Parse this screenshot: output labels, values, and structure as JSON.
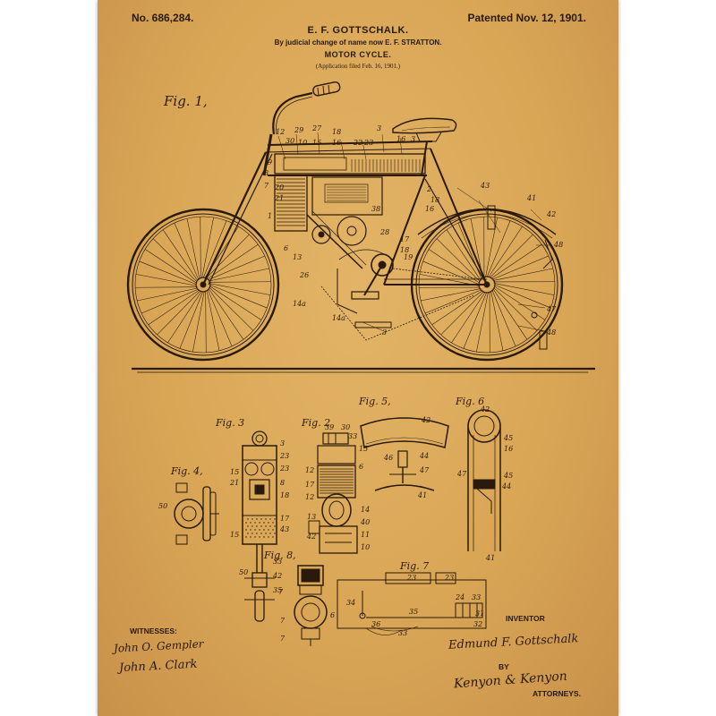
{
  "header": {
    "patent_number": "No. 686,284.",
    "patent_date": "Patented Nov. 12, 1901.",
    "inventor_name": "E. F. GOTTSCHALK.",
    "name_change": "By judicial change of name now E. F. STRATTON.",
    "title": "MOTOR CYCLE.",
    "filed": "(Application filed Feb. 16, 1901.)"
  },
  "figures": {
    "fig1": "Fig. 1,",
    "fig2": "Fig. 2",
    "fig3": "Fig. 3",
    "fig4": "Fig. 4,",
    "fig5": "Fig. 5,",
    "fig6": "Fig. 6",
    "fig7": "Fig. 7",
    "fig8": "Fig. 8,"
  },
  "reference_numbers": {
    "fig1": [
      "12",
      "29",
      "27",
      "18",
      "3",
      "30",
      "10",
      "15",
      "16",
      "22",
      "23",
      "16",
      "3",
      "9",
      "8",
      "7",
      "20",
      "21",
      "2",
      "1",
      "18",
      "16",
      "43",
      "41",
      "42",
      "38",
      "19",
      "6",
      "13",
      "28",
      "17",
      "18",
      "48",
      "26",
      "47",
      "14a",
      "14a",
      "3",
      "48"
    ],
    "fig2": [
      "39",
      "30",
      "33",
      "15",
      "12",
      "6",
      "17",
      "12",
      "14",
      "40",
      "11",
      "13",
      "42",
      "10"
    ],
    "fig3": [
      "3",
      "23",
      "23",
      "15",
      "21",
      "8",
      "18",
      "17",
      "43",
      "15",
      "50",
      "33",
      "42",
      "35"
    ],
    "fig4": [
      "50"
    ],
    "fig5": [
      "42",
      "46",
      "44",
      "47",
      "41"
    ],
    "fig6": [
      "42",
      "45",
      "16",
      "47",
      "45",
      "44",
      "41"
    ],
    "fig7": [
      "23",
      "23",
      "34",
      "33",
      "35",
      "24",
      "36",
      "31",
      "33",
      "32"
    ],
    "fig8": [
      "7",
      "6",
      "7",
      "7"
    ]
  },
  "witnesses": {
    "label": "WITNESSES:",
    "signature_1": "John O. Gempler",
    "signature_2": "John A. Clark"
  },
  "inventor": {
    "label": "INVENTOR",
    "signature": "Edmund F. Gottschalk",
    "by": "BY",
    "attorneys_signature": "Kenyon & Kenyon",
    "attorneys_label": "ATTORNEYS."
  },
  "colors": {
    "paper": "#d9a656",
    "ink": "#2a1a0c",
    "frame": "#ffffff"
  }
}
